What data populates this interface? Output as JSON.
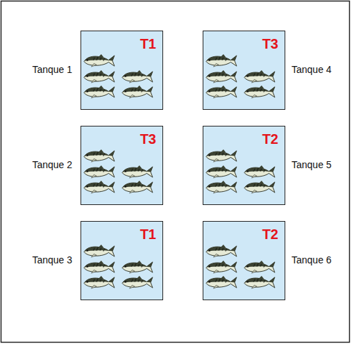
{
  "diagram": {
    "nodes": [
      {
        "text": [
          "Tanque 1",
          "T1"
        ]
      },
      {
        "text": [
          "Tanque 4",
          "T3"
        ]
      },
      {
        "text": [
          "Tanque 2",
          "T3"
        ]
      },
      {
        "text": [
          "Tanque 5",
          "T2"
        ]
      },
      {
        "text": [
          "Tanque 3",
          "T1"
        ]
      },
      {
        "text": [
          "Tanque 6",
          "T2"
        ]
      }
    ]
  }
}
